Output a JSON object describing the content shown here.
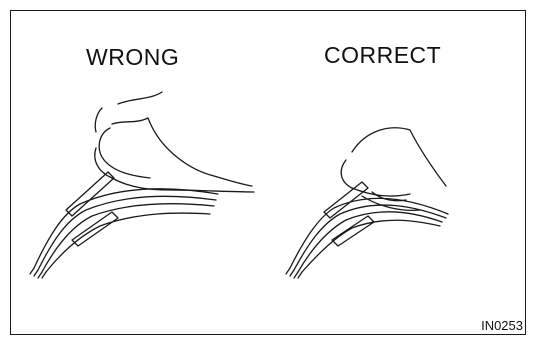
{
  "labels": {
    "wrong": "WRONG",
    "correct": "CORRECT"
  },
  "figure_code": "IN0253",
  "colors": {
    "line": "#1a1a1a",
    "background": "#ffffff"
  }
}
